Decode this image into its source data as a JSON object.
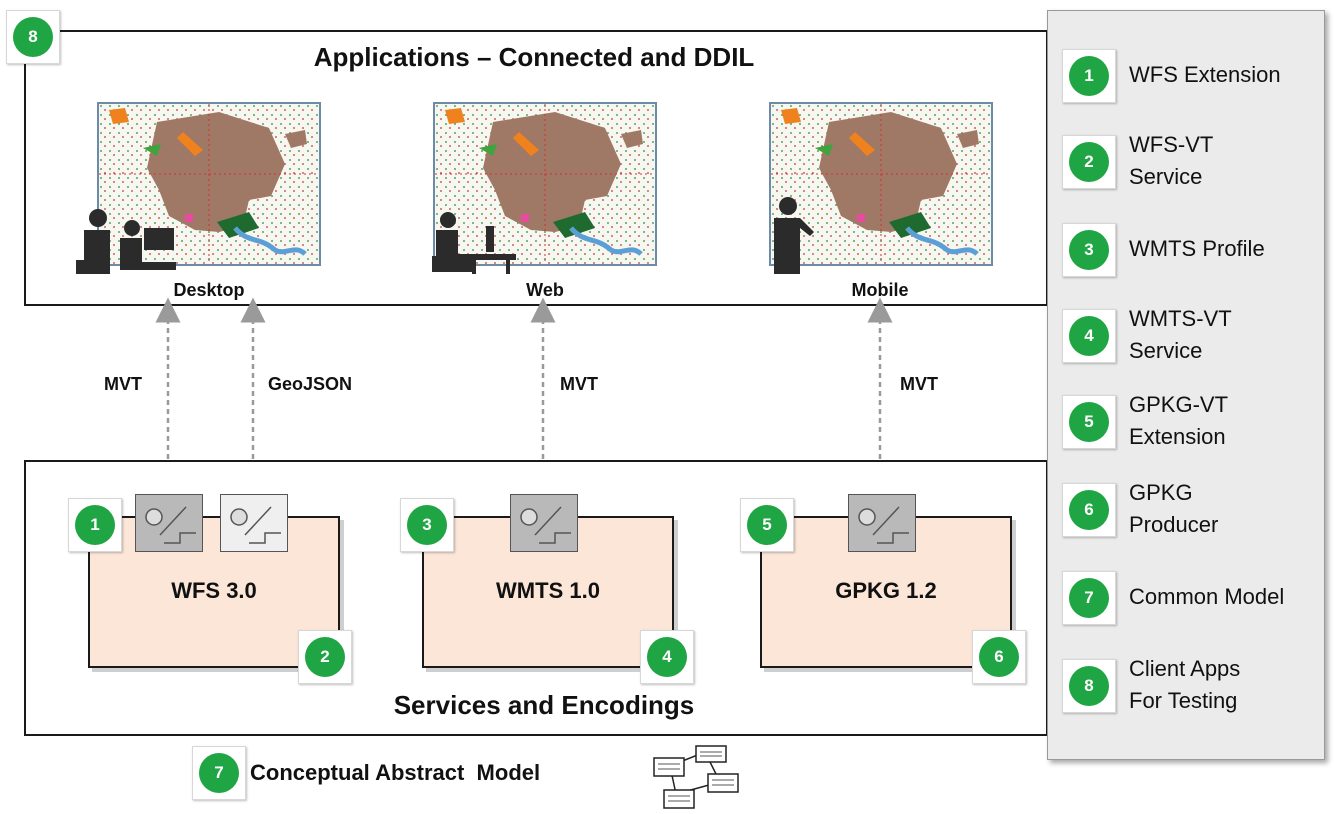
{
  "applications": {
    "title": "Applications – Connected and DDIL",
    "badge": "8",
    "devices": [
      {
        "label": "Desktop"
      },
      {
        "label": "Web"
      },
      {
        "label": "Mobile"
      }
    ]
  },
  "connections": [
    {
      "label": "MVT"
    },
    {
      "label": "GeoJSON"
    },
    {
      "label": "MVT"
    },
    {
      "label": "MVT"
    }
  ],
  "services": {
    "title": "Services and Encodings",
    "items": [
      {
        "name": "WFS 3.0",
        "badge_left": "1",
        "badge_right": "2"
      },
      {
        "name": "WMTS 1.0",
        "badge_left": "3",
        "badge_right": "4"
      },
      {
        "name": "GPKG 1.2",
        "badge_left": "5",
        "badge_right": "6"
      }
    ]
  },
  "model": {
    "badge": "7",
    "label": "Conceptual Abstract  Model"
  },
  "legend": [
    {
      "number": "1",
      "line1": "WFS Extension",
      "line2": ""
    },
    {
      "number": "2",
      "line1": "WFS-VT",
      "line2": "Service"
    },
    {
      "number": "3",
      "line1": "WMTS Profile",
      "line2": ""
    },
    {
      "number": "4",
      "line1": "WMTS-VT",
      "line2": "Service"
    },
    {
      "number": "5",
      "line1": "GPKG-VT",
      "line2": "Extension"
    },
    {
      "number": "6",
      "line1": "GPKG",
      "line2": "Producer"
    },
    {
      "number": "7",
      "line1": "Common Model",
      "line2": ""
    },
    {
      "number": "8",
      "line1": "Client Apps",
      "line2": "For Testing"
    }
  ],
  "colors": {
    "badge": "#1fa544",
    "service_fill": "#fbe6d8",
    "legend_bg": "#ebebeb",
    "map_area": "#a07866"
  }
}
